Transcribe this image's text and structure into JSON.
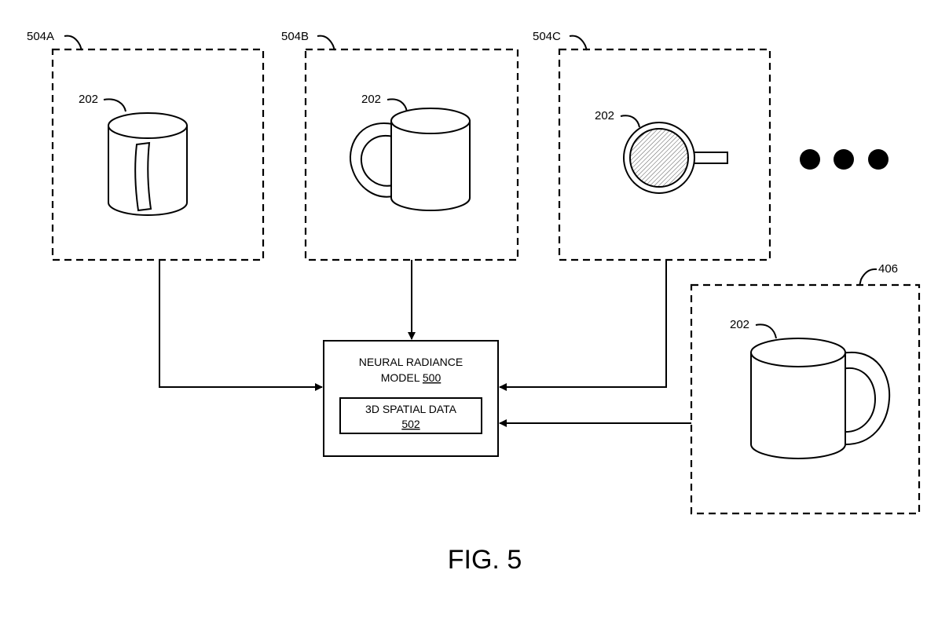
{
  "views": [
    {
      "ref": "504A",
      "object_ref": "202"
    },
    {
      "ref": "504B",
      "object_ref": "202"
    },
    {
      "ref": "504C",
      "object_ref": "202"
    }
  ],
  "novel_view": {
    "ref": "406",
    "object_ref": "202"
  },
  "model": {
    "title_line1": "NEURAL RADIANCE",
    "title_line2_prefix": "MODEL ",
    "title_ref": "500",
    "inner_line1": "3D SPATIAL DATA",
    "inner_ref": "502"
  },
  "figure_caption": "FIG. 5"
}
